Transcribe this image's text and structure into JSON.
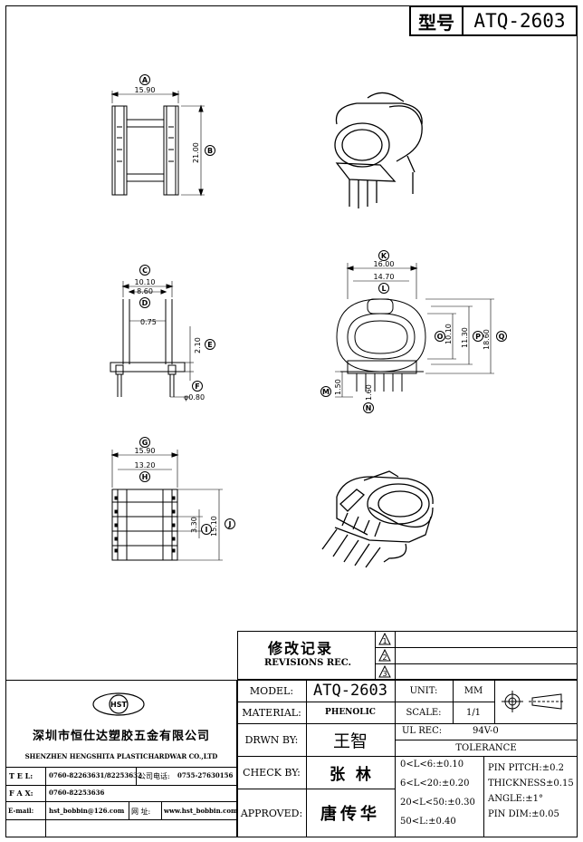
{
  "title_block": {
    "type_label": "型号",
    "part_no": "ATQ-2603"
  },
  "revisions": {
    "title_cn": "修改记录",
    "title_en": "REVISIONS REC.",
    "marks": [
      "1",
      "2",
      "3"
    ]
  },
  "company": {
    "name_cn": "深圳市恒仕达塑胶五金有限公司",
    "name_en": "SHENZHEN HENGSHITA PLASTICHARDWAR CO.,LTD",
    "logo_text": "HST",
    "tel_label": "T E L:",
    "tel_value": "0760-82263631/82253632",
    "tel2_label": "公司电话:",
    "tel2_value": "0755-27630156",
    "fax_label": "F A X:",
    "fax_value": "0760-82253636",
    "email_label": "E-mail:",
    "email_value": "hst_bobbin@126.com",
    "web_label": "网 址:",
    "web_value": "www.hst_bobbin.com"
  },
  "info": {
    "model_label": "MODEL:",
    "model_value": "ATQ-2603",
    "material_label": "MATERIAL:",
    "material_value": "PHENOLIC",
    "drawn_label": "DRWN BY:",
    "drawn_value": "王智",
    "check_label": "CHECK BY:",
    "check_value": "张  林",
    "approved_label": "APPROVED:",
    "approved_value": "唐传华",
    "unit_label": "UNIT:",
    "unit_value": "MM",
    "scale_label": "SCALE:",
    "scale_value": "1/1",
    "ul_label": "UL REC:",
    "ul_value": "94V-0",
    "tolerance_label": "TOLERANCE",
    "tol_left": [
      "0<L<6:±0.10",
      "6<L<20:±0.20",
      "20<L<50:±0.30",
      "50<L:±0.40"
    ],
    "tol_right": [
      "PIN PITCH:±0.2",
      "THICKNESS±0.15",
      "ANGLE:±1°",
      "PIN DIM:±0.05"
    ]
  },
  "dims": {
    "view1": {
      "A": "15.90",
      "B": "21.00"
    },
    "view2": {
      "C": "10.10",
      "D": "8.60",
      "d1": "0.75",
      "E": "2.10",
      "F": "φ0.80"
    },
    "view3": {
      "K": "16.00",
      "L": "14.70",
      "O": "10.10",
      "P": "11.30",
      "Q": "18.60",
      "M": "1.50",
      "N": "1.60"
    },
    "view4": {
      "G": "15.90",
      "H": "13.20",
      "I": "3.30",
      "J": "15.10"
    },
    "letters": [
      "A",
      "B",
      "C",
      "D",
      "E",
      "F",
      "G",
      "H",
      "I",
      "J",
      "K",
      "L",
      "M",
      "N",
      "O",
      "P",
      "Q"
    ]
  }
}
